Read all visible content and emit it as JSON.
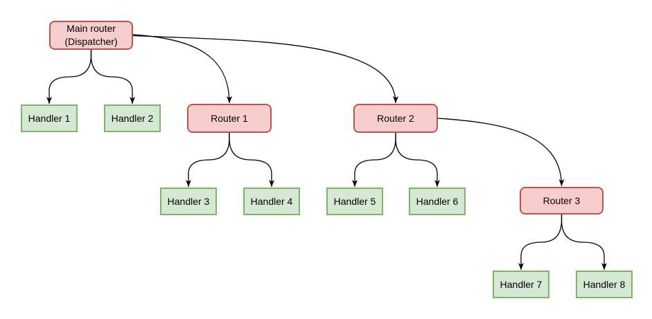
{
  "colors": {
    "background": "#ffffff",
    "text": "#000000",
    "edge_stroke": "#000000",
    "router_fill": "#f8cecc",
    "router_stroke": "#b85450",
    "handler_fill": "#d5e8d4",
    "handler_stroke": "#82b366"
  },
  "diagram": {
    "nodes": [
      {
        "id": "main-router",
        "type": "router",
        "label": "Main router\n(Dispatcher)"
      },
      {
        "id": "handler-1",
        "type": "handler",
        "label": "Handler 1"
      },
      {
        "id": "handler-2",
        "type": "handler",
        "label": "Handler 2"
      },
      {
        "id": "router-1",
        "type": "router",
        "label": "Router 1"
      },
      {
        "id": "router-2",
        "type": "router",
        "label": "Router 2"
      },
      {
        "id": "handler-3",
        "type": "handler",
        "label": "Handler 3"
      },
      {
        "id": "handler-4",
        "type": "handler",
        "label": "Handler 4"
      },
      {
        "id": "handler-5",
        "type": "handler",
        "label": "Handler 5"
      },
      {
        "id": "handler-6",
        "type": "handler",
        "label": "Handler 6"
      },
      {
        "id": "router-3",
        "type": "router",
        "label": "Router 3"
      },
      {
        "id": "handler-7",
        "type": "handler",
        "label": "Handler 7"
      },
      {
        "id": "handler-8",
        "type": "handler",
        "label": "Handler 8"
      }
    ],
    "edges": [
      {
        "from": "main-router",
        "to": "handler-1"
      },
      {
        "from": "main-router",
        "to": "handler-2"
      },
      {
        "from": "main-router",
        "to": "router-1"
      },
      {
        "from": "main-router",
        "to": "router-2"
      },
      {
        "from": "router-1",
        "to": "handler-3"
      },
      {
        "from": "router-1",
        "to": "handler-4"
      },
      {
        "from": "router-2",
        "to": "handler-5"
      },
      {
        "from": "router-2",
        "to": "handler-6"
      },
      {
        "from": "router-2",
        "to": "router-3"
      },
      {
        "from": "router-3",
        "to": "handler-7"
      },
      {
        "from": "router-3",
        "to": "handler-8"
      }
    ]
  }
}
